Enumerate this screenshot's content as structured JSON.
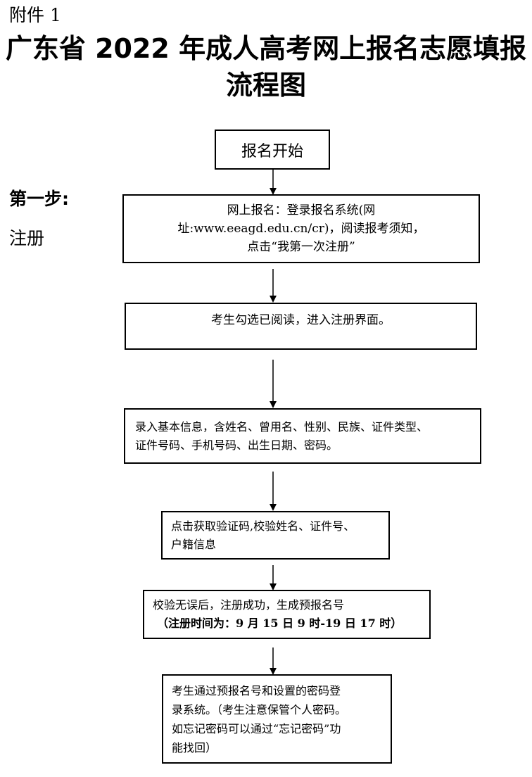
{
  "header": {
    "attachment": "附件 1",
    "title_line1": "广东省 2022 年成人高考网上报名志愿填报",
    "title_line2": "流程图"
  },
  "step": {
    "label": "第一步:",
    "name": "注册"
  },
  "flow": {
    "start": "报名开始",
    "box2": {
      "line1": "网上报名：登录报名系统(网",
      "line2": "址:www.eeagd.edu.cn/cr)，阅读报考须知，",
      "line3": "点击“我第一次注册”"
    },
    "box3": {
      "line1": "考生勾选已阅读，进入注册界面。"
    },
    "box4": {
      "line1": "录入基本信息，含姓名、曾用名、性别、民族、证件类型、",
      "line2": "证件号码、手机号码、出生日期、密码。"
    },
    "box5": {
      "line1": "点击获取验证码,校验姓名、证件号、",
      "line2": "户籍信息"
    },
    "box6": {
      "line1": "校验无误后，注册成功，生成预报名号",
      "line2": "（注册时间为：9 月 15 日 9 时-19 日 17 时）"
    },
    "box7": {
      "line1": "考生通过预报名号和设置的密码登",
      "line2": "录系统。（考生注意保管个人密码。",
      "line3": "如忘记密码可以通过“忘记密码”功",
      "line4": "能找回）"
    }
  }
}
